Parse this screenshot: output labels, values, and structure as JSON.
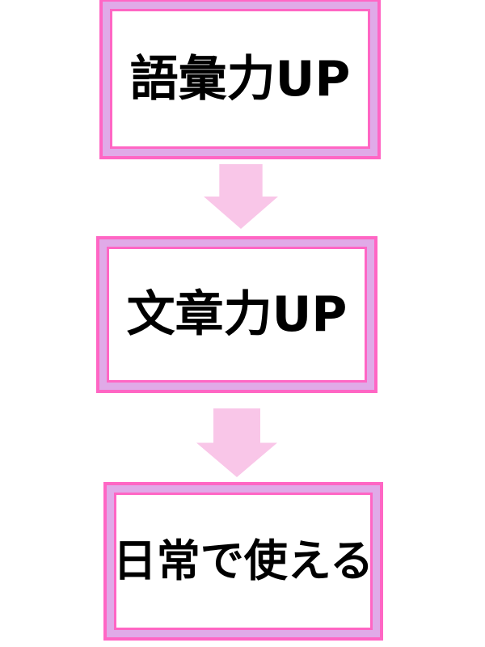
{
  "steps": [
    {
      "label": "語彙力UP"
    },
    {
      "label": "文章力UP"
    },
    {
      "label": "日常で使える"
    }
  ],
  "icons": {
    "between_steps": "down-block-arrow"
  },
  "colors": {
    "pink": "#ff66c4",
    "lavender": "#e0aae8",
    "arrow": "#f9c6e8",
    "text": "#000000",
    "bg": "#ffffff"
  }
}
